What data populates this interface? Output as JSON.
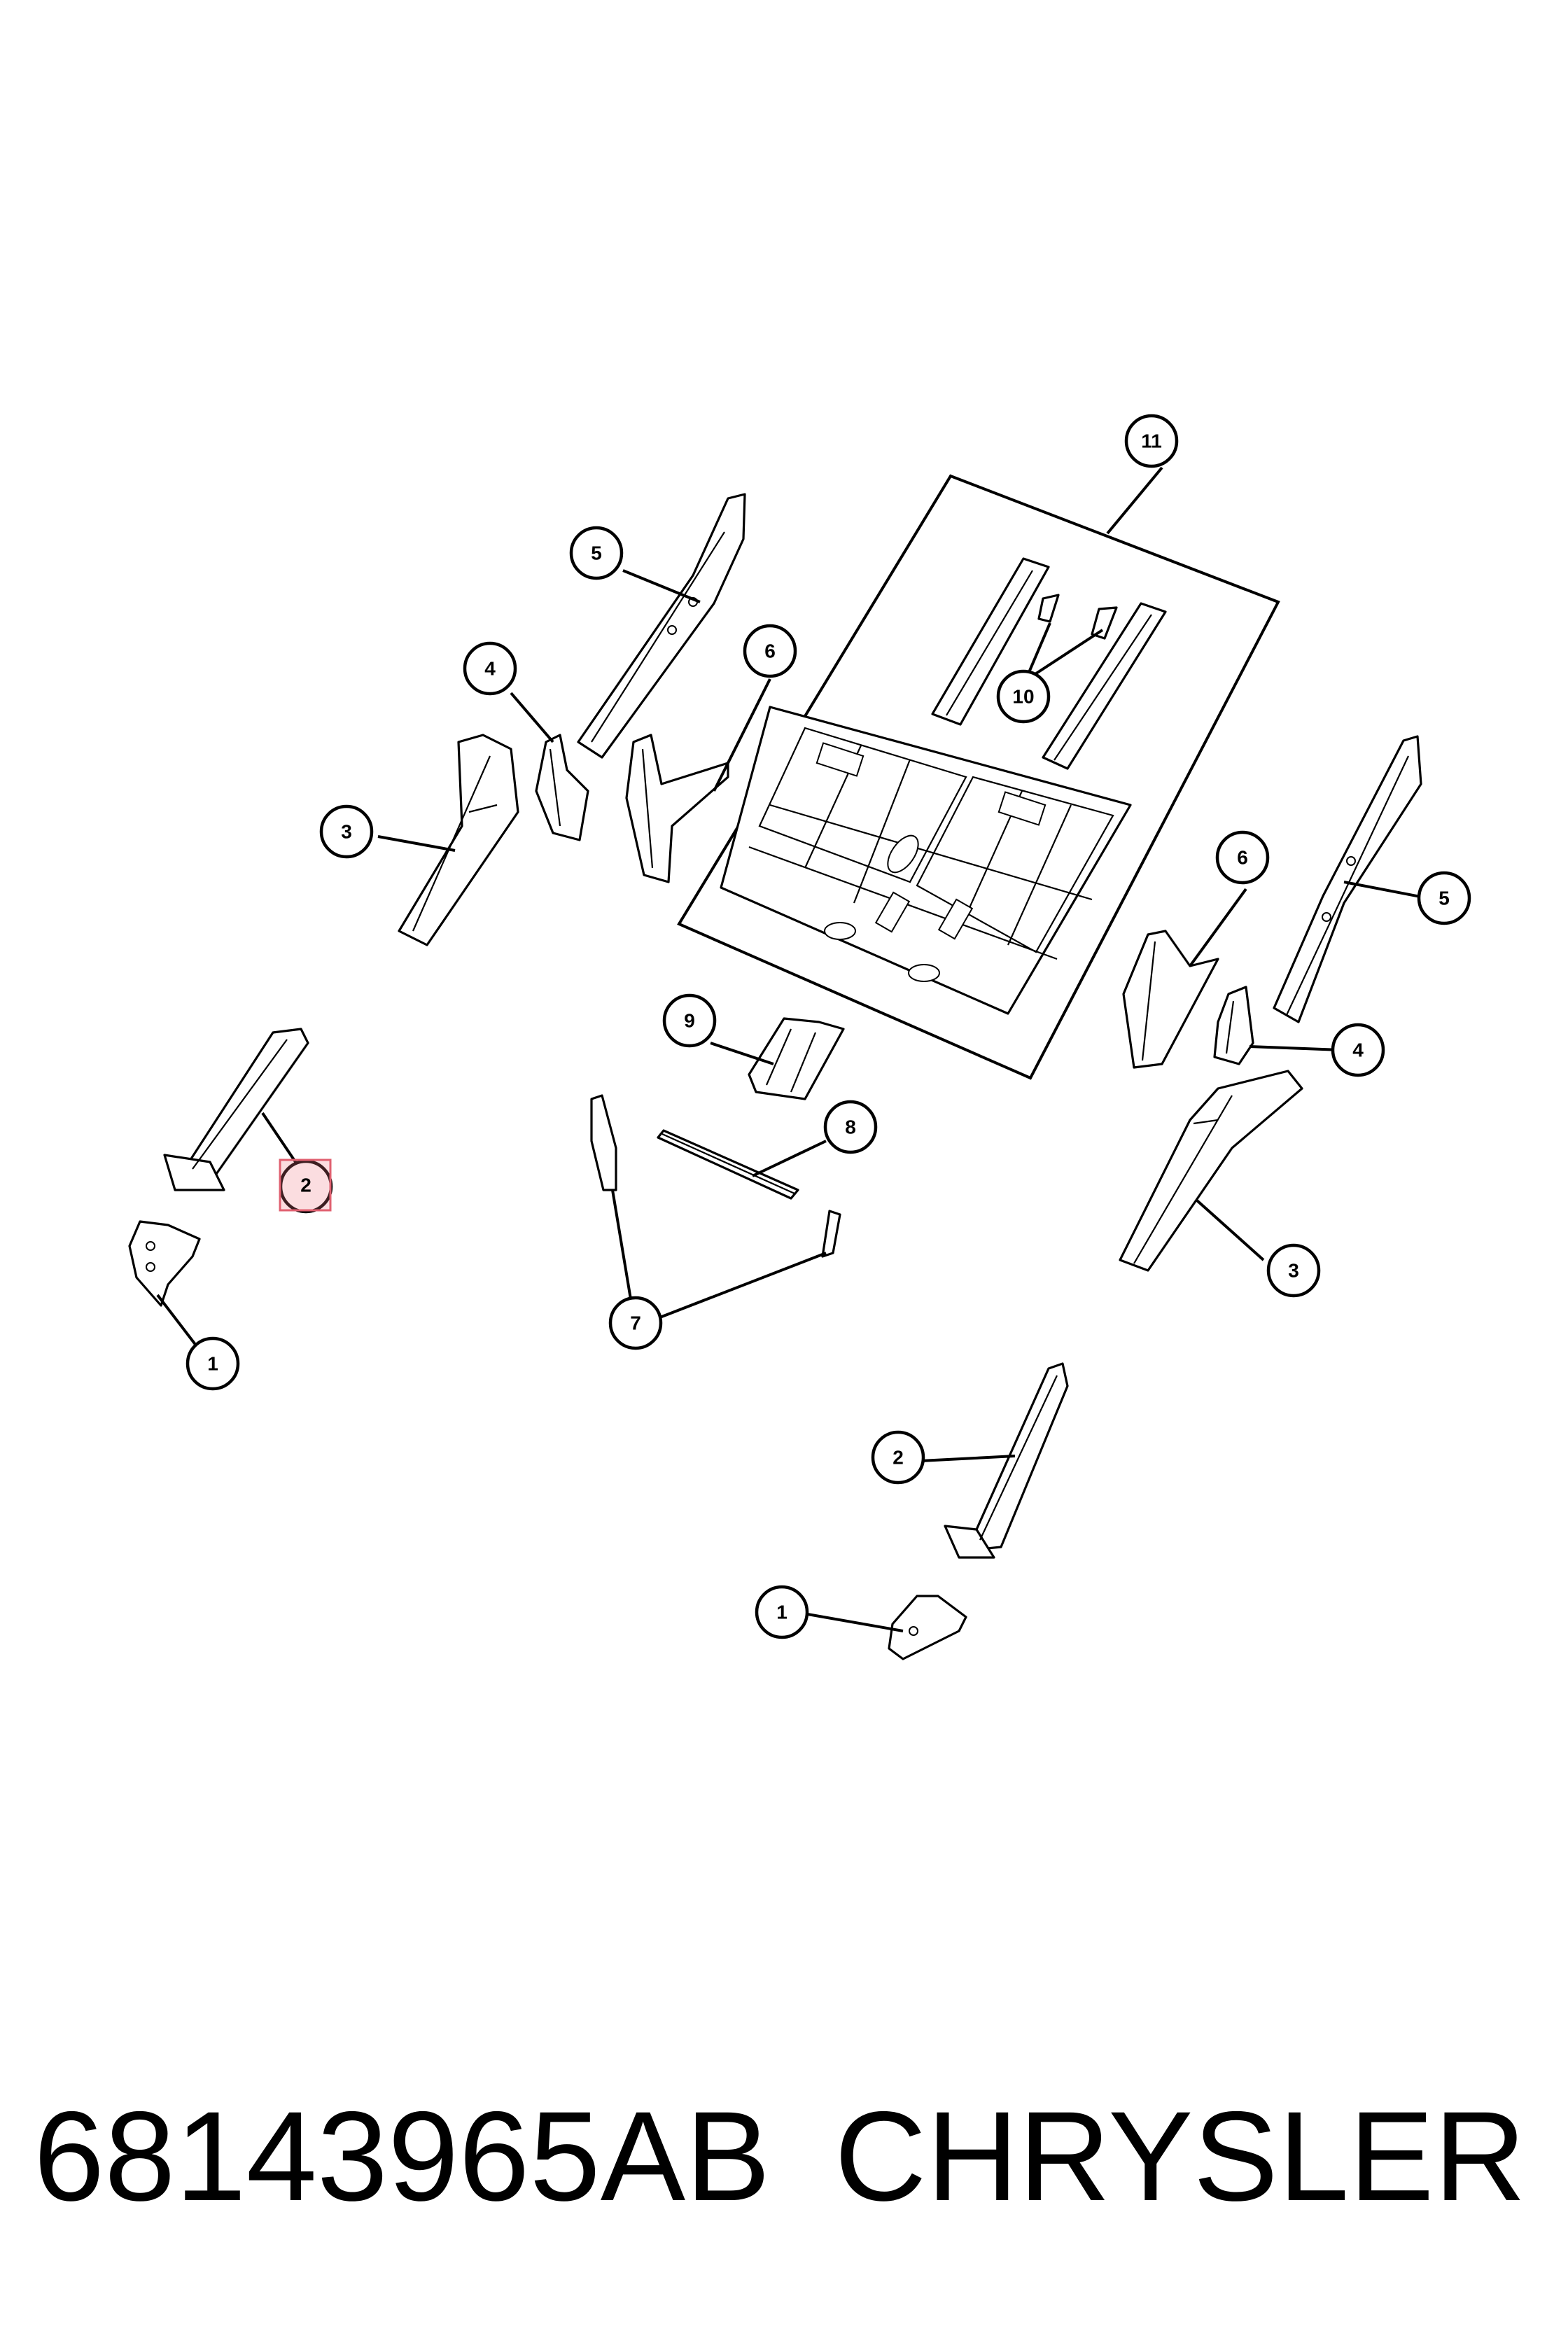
{
  "callouts": {
    "c1_left": "1",
    "c1_bottom": "1",
    "c2_left": "2",
    "c2_bottom": "2",
    "c3_left": "3",
    "c3_right": "3",
    "c4_left": "4",
    "c4_right": "4",
    "c5_left": "5",
    "c5_right": "5",
    "c6_left": "6",
    "c6_right": "6",
    "c7": "7",
    "c8": "8",
    "c9": "9",
    "c10": "10",
    "c11": "11"
  },
  "highlight": {
    "selected_callout": "2",
    "color": "#e06070"
  },
  "footer": {
    "part_number": "68143965AB",
    "brand": "CHRYSLER"
  }
}
